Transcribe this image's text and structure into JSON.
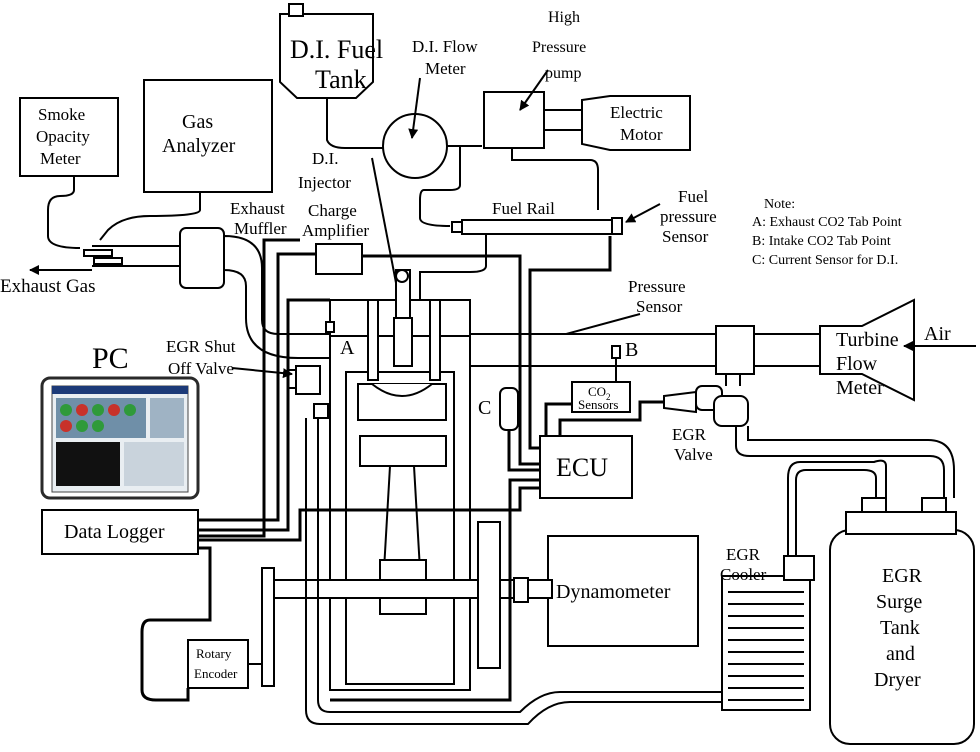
{
  "labels": {
    "di_fuel_tank": [
      "D.I. Fuel",
      "Tank"
    ],
    "di_flow_meter": [
      "D.I. Flow",
      "Meter"
    ],
    "high_pressure_pump": [
      "High",
      "Pressure",
      "pump"
    ],
    "electric_motor": [
      "Electric",
      "Motor"
    ],
    "smoke_opacity_meter": [
      "Smoke",
      "Opacity",
      "Meter"
    ],
    "gas_analyzer": [
      "Gas",
      "Analyzer"
    ],
    "di_injector": [
      "D.I.",
      "Injector"
    ],
    "exhaust_muffler": [
      "Exhaust",
      "Muffler"
    ],
    "charge_amplifier": [
      "Charge",
      "Amplifier"
    ],
    "fuel_rail": "Fuel Rail",
    "fuel_pressure_sensor": [
      "Fuel",
      "pressure",
      "Sensor"
    ],
    "exhaust_gas": "Exhaust Gas",
    "pressure_sensor": [
      "Pressure",
      "Sensor"
    ],
    "turbine_flow_meter": [
      "Turbine",
      "Flow",
      "Meter"
    ],
    "air": "Air",
    "pc": "PC",
    "egr_shut_off_valve": [
      "EGR Shut",
      "Off Valve"
    ],
    "tap_a": "A",
    "tap_b": "B",
    "tap_c": "C",
    "co2_sensors": [
      "CO",
      "2",
      "Sensors"
    ],
    "egr_valve": [
      "EGR",
      "Valve"
    ],
    "ecu": "ECU",
    "data_logger": "Data Logger",
    "dynamometer": "Dynamometer",
    "egr_cooler": [
      "EGR",
      "Cooler"
    ],
    "egr_surge_tank": [
      "EGR",
      "Surge",
      "Tank",
      "and",
      "Dryer"
    ],
    "rotary_encoder": [
      "Rotary",
      "Encoder"
    ]
  },
  "note": {
    "title": "Note:",
    "items": [
      "A: Exhaust CO2 Tab Point",
      "B: Intake CO2 Tab Point",
      "C: Current Sensor for D.I."
    ]
  },
  "colors": {
    "line": "#000000",
    "background": "#ffffff",
    "monitor_frame": "#2a2a2a",
    "screen_panel": "#6f8fa8",
    "gauge_green": "#2f9a3a",
    "gauge_red": "#c8322a"
  }
}
